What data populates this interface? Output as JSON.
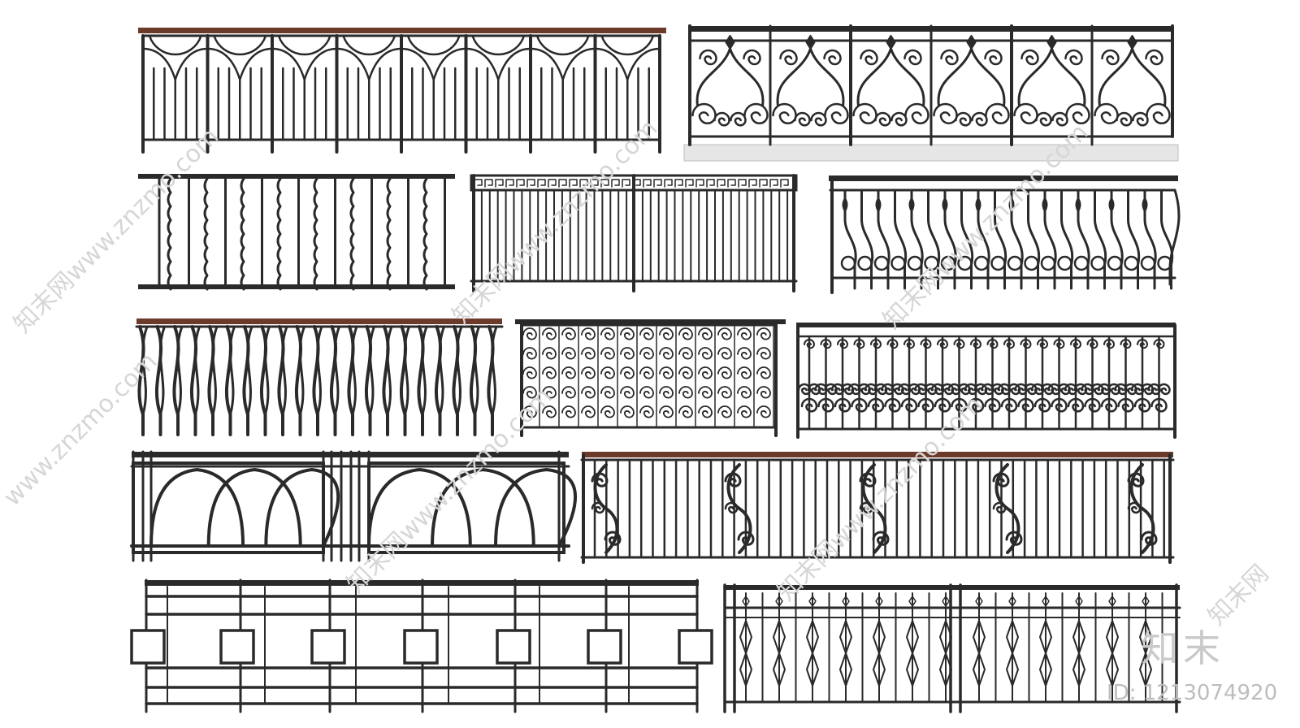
{
  "watermark": {
    "site": "www.znzmo.com",
    "cn": "知末网",
    "brand": "知末",
    "id_label": "ID: 1213074920"
  },
  "colors": {
    "iron": "#2a2a2a",
    "wood": "#6b3a2a",
    "base": "#e6e6e6",
    "watermark": "#d6d6d6"
  },
  "railings": [
    {
      "id": "arched-fan-railing",
      "style": "fan-arch",
      "handrail": "wood"
    },
    {
      "id": "baroque-scroll-railing",
      "style": "baroque",
      "handrail": "iron",
      "base": true
    },
    {
      "id": "wavy-baluster-railing",
      "style": "wavy",
      "handrail": "iron"
    },
    {
      "id": "greek-key-railing",
      "style": "greek-key",
      "handrail": "iron"
    },
    {
      "id": "basket-bellied-railing",
      "style": "basket",
      "handrail": "iron"
    },
    {
      "id": "twisted-bar-railing",
      "style": "twisted",
      "handrail": "wood"
    },
    {
      "id": "lace-scroll-panel",
      "style": "lace",
      "handrail": "iron"
    },
    {
      "id": "c-scroll-railing",
      "style": "c-scroll",
      "handrail": "iron"
    },
    {
      "id": "gothic-arch-railing",
      "style": "gothic",
      "handrail": "iron"
    },
    {
      "id": "s-scroll-railing",
      "style": "s-scroll",
      "handrail": "wood"
    },
    {
      "id": "square-grid-railing",
      "style": "grid",
      "handrail": "iron"
    },
    {
      "id": "diamond-star-railing",
      "style": "diamond",
      "handrail": "iron"
    }
  ]
}
